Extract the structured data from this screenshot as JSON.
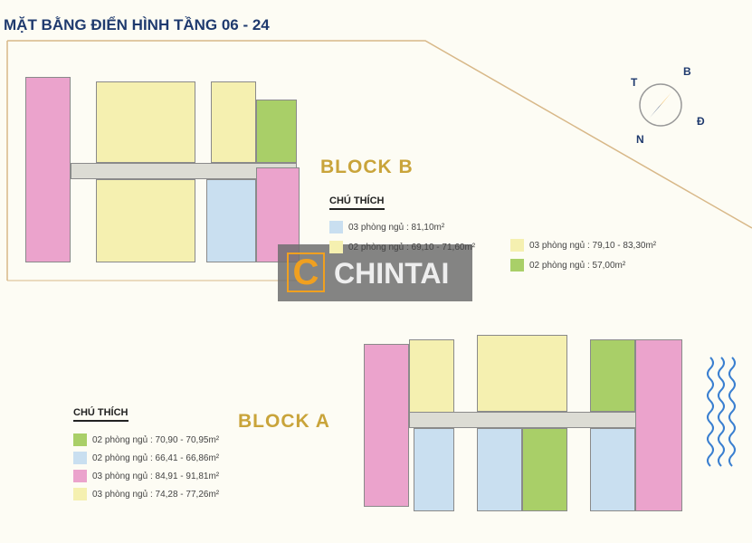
{
  "title": "MẶT BẰNG ĐIỂN HÌNH TẦNG 06 - 24",
  "compass": {
    "labels": [
      "T",
      "B",
      "Đ",
      "N"
    ]
  },
  "block_b": {
    "title": "BLOCK B",
    "legend_title": "CHÚ THÍCH",
    "items": [
      {
        "label": "03 phòng ngủ : 81,10m²",
        "color": "#c9dff0"
      },
      {
        "label": "02 phòng ngủ : 69,10 - 71,60m²",
        "color": "#f5f0b0"
      },
      {
        "label": "03 phòng ngủ : 79,10 - 83,30m²",
        "color": "#f5f0b0"
      },
      {
        "label": "02 phòng ngủ : 57,00m²",
        "color": "#a9cf68"
      }
    ]
  },
  "block_a": {
    "title": "BLOCK A",
    "legend_title": "CHÚ THÍCH",
    "items": [
      {
        "label": "02 phòng ngủ : 70,90 - 70,95m²",
        "color": "#a9cf68"
      },
      {
        "label": "02 phòng ngủ : 66,41 - 66,86m²",
        "color": "#c9dff0"
      },
      {
        "label": "03 phòng ngủ : 84,91 - 91,81m²",
        "color": "#eba3cc"
      },
      {
        "label": "03 phòng ngủ : 74,28 - 77,26m²",
        "color": "#f5f0b0"
      }
    ]
  },
  "watermark": {
    "letter": "C",
    "text": "CHINTAI",
    "accent": "#f0a020"
  }
}
